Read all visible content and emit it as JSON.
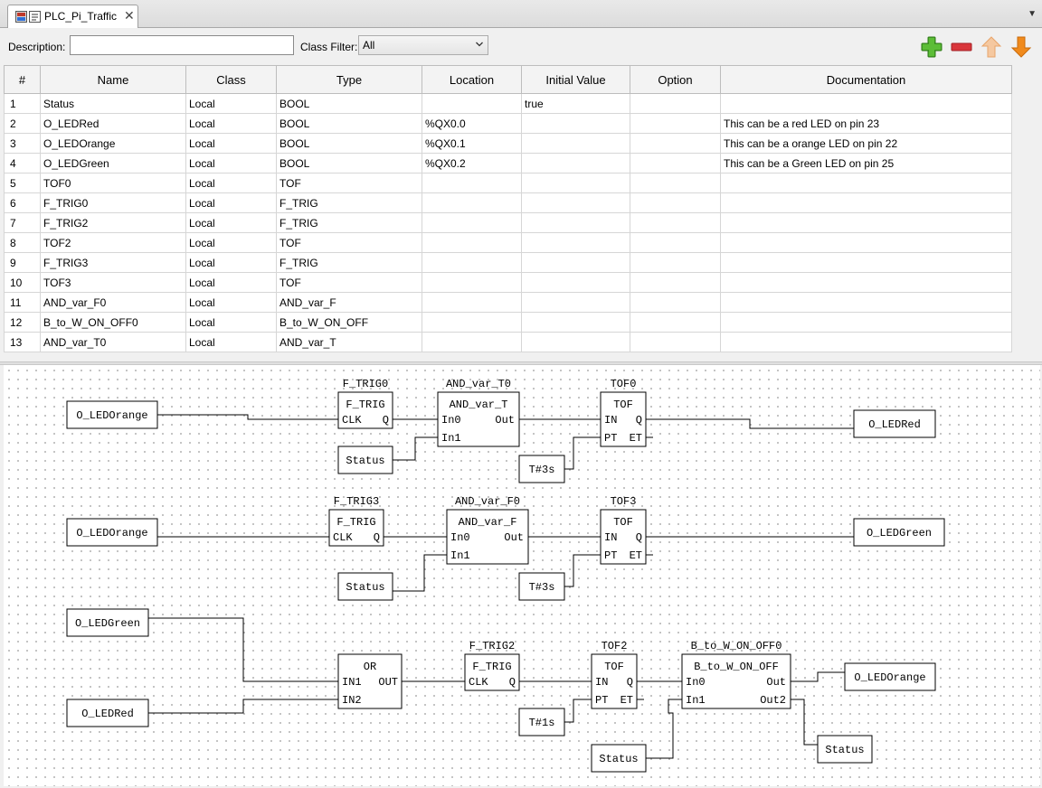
{
  "tab": {
    "title": "PLC_Pi_Traffic",
    "close": "✕"
  },
  "toolbar": {
    "description_label": "Description:",
    "description_value": "",
    "class_filter_label": "Class Filter:",
    "class_filter_value": "All"
  },
  "table": {
    "headers": [
      "#",
      "Name",
      "Class",
      "Type",
      "Location",
      "Initial Value",
      "Option",
      "Documentation"
    ],
    "rows": [
      [
        "1",
        "Status",
        "Local",
        "BOOL",
        "",
        "true",
        "",
        ""
      ],
      [
        "2",
        "O_LEDRed",
        "Local",
        "BOOL",
        "%QX0.0",
        "",
        "",
        "This can be a red LED on pin 23"
      ],
      [
        "3",
        "O_LEDOrange",
        "Local",
        "BOOL",
        "%QX0.1",
        "",
        "",
        "This can be a orange LED on pin 22"
      ],
      [
        "4",
        "O_LEDGreen",
        "Local",
        "BOOL",
        "%QX0.2",
        "",
        "",
        "This can be a Green LED on pin 25"
      ],
      [
        "5",
        "TOF0",
        "Local",
        "TOF",
        "",
        "",
        "",
        ""
      ],
      [
        "6",
        "F_TRIG0",
        "Local",
        "F_TRIG",
        "",
        "",
        "",
        ""
      ],
      [
        "7",
        "F_TRIG2",
        "Local",
        "F_TRIG",
        "",
        "",
        "",
        ""
      ],
      [
        "8",
        "TOF2",
        "Local",
        "TOF",
        "",
        "",
        "",
        ""
      ],
      [
        "9",
        "F_TRIG3",
        "Local",
        "F_TRIG",
        "",
        "",
        "",
        ""
      ],
      [
        "10",
        "TOF3",
        "Local",
        "TOF",
        "",
        "",
        "",
        ""
      ],
      [
        "11",
        "AND_var_F0",
        "Local",
        "AND_var_F",
        "",
        "",
        "",
        ""
      ],
      [
        "12",
        "B_to_W_ON_OFF0",
        "Local",
        "B_to_W_ON_OFF",
        "",
        "",
        "",
        ""
      ],
      [
        "13",
        "AND_var_T0",
        "Local",
        "AND_var_T",
        "",
        "",
        "",
        ""
      ]
    ]
  },
  "diagram": {
    "variables": {
      "r1_in": "O_LEDOrange",
      "r1_status": "Status",
      "r1_time": "T#3s",
      "r1_out": "O_LEDRed",
      "r2_in": "O_LEDOrange",
      "r2_status": "Status",
      "r2_time": "T#3s",
      "r2_out": "O_LEDGreen",
      "r3_in1": "O_LEDGreen",
      "r3_in2": "O_LEDRed",
      "r3_time": "T#1s",
      "r3_status_in": "Status",
      "r3_out1": "O_LEDOrange",
      "r3_out2": "Status"
    },
    "blocks": {
      "ftrig0": {
        "instance": "F_TRIG0",
        "type": "F_TRIG",
        "in": "CLK",
        "out": "Q"
      },
      "andT0": {
        "instance": "AND_var_T0",
        "type": "AND_var_T",
        "in0": "In0",
        "in1": "In1",
        "out": "Out"
      },
      "tof0": {
        "instance": "TOF0",
        "type": "TOF",
        "in": "IN",
        "pt": "PT",
        "q": "Q",
        "et": "ET"
      },
      "ftrig3": {
        "instance": "F_TRIG3",
        "type": "F_TRIG",
        "in": "CLK",
        "out": "Q"
      },
      "andF0": {
        "instance": "AND_var_F0",
        "type": "AND_var_F",
        "in0": "In0",
        "in1": "In1",
        "out": "Out"
      },
      "tof3": {
        "instance": "TOF3",
        "type": "TOF",
        "in": "IN",
        "pt": "PT",
        "q": "Q",
        "et": "ET"
      },
      "or": {
        "type": "OR",
        "in1": "IN1",
        "in2": "IN2",
        "out": "OUT"
      },
      "ftrig2": {
        "instance": "F_TRIG2",
        "type": "F_TRIG",
        "in": "CLK",
        "out": "Q"
      },
      "tof2": {
        "instance": "TOF2",
        "type": "TOF",
        "in": "IN",
        "pt": "PT",
        "q": "Q",
        "et": "ET"
      },
      "btow": {
        "instance": "B_to_W_ON_OFF0",
        "type": "B_to_W_ON_OFF",
        "in0": "In0",
        "in1": "In1",
        "out": "Out",
        "out2": "Out2"
      }
    }
  }
}
